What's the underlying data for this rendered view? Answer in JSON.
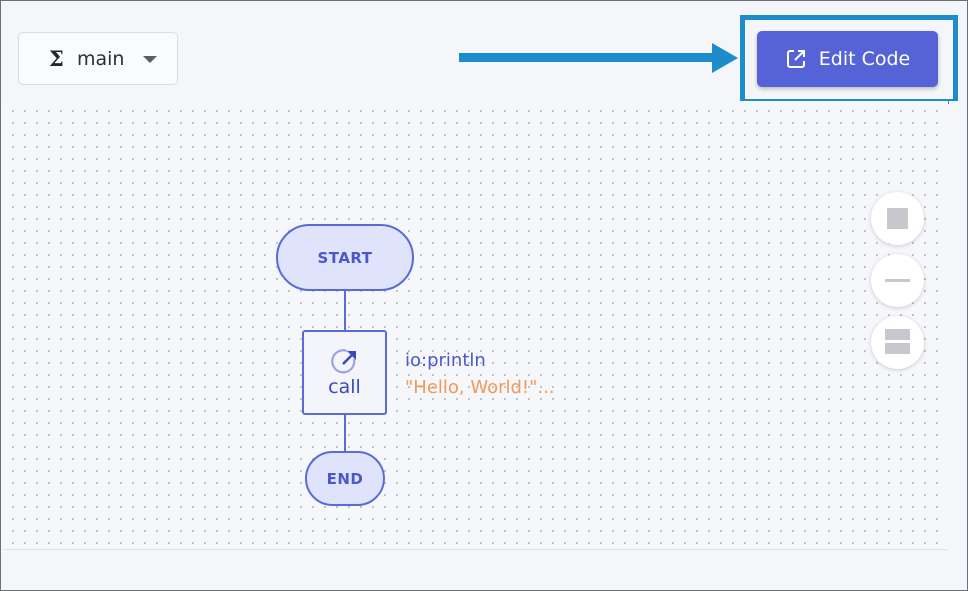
{
  "toolbar": {
    "function_selector": {
      "icon": "sigma-icon",
      "value": "main",
      "caret": "chevron-down-icon"
    },
    "edit_code_button": {
      "label": "Edit Code",
      "icon": "external-link-icon",
      "color": "#5563d6"
    }
  },
  "annotation": {
    "arrow_color": "#1c8ccb",
    "highlight_color": "#1c8ccb"
  },
  "canvas": {
    "nodes": {
      "start": {
        "label": "START"
      },
      "call": {
        "label": "call",
        "icon": "call-arrow-icon",
        "function": "io:println",
        "argument": "\"Hello, World!\"..."
      },
      "end": {
        "label": "END"
      }
    },
    "controls": [
      "fit-view-icon",
      "zoom-out-icon",
      "split-view-icon"
    ]
  },
  "colors": {
    "node_border": "#5a6bd6",
    "node_fill": "#dfe3fb",
    "argument_text": "#f09a5a"
  }
}
